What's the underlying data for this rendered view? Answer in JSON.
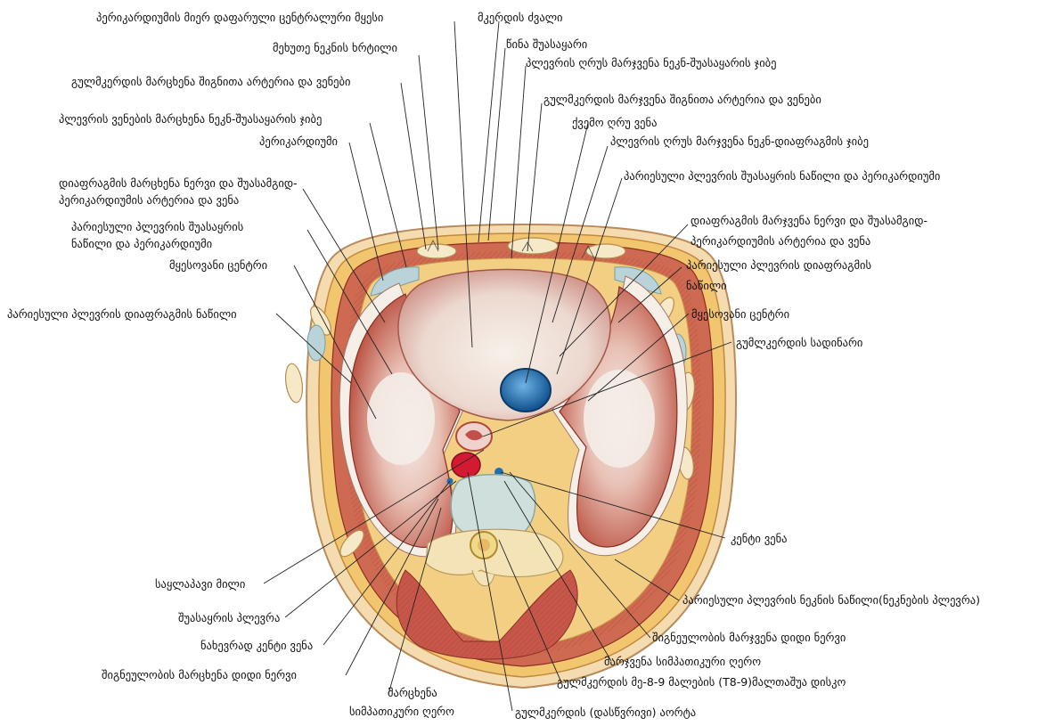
{
  "labels": {
    "pericardium_fused_central_tendon": "პერიკარდიუმის მიერ დაფარული ცენტრალური მყესი",
    "sternum_body": "მკერდის ძვალი",
    "xiphoid_process": "მეხუთე ნეკნის ხრტილი",
    "anterior_mediastinum": "წინა შუასაყარი",
    "left_internal_thoracic": "გულმკერდის მარცხენა შიგნითა  არტერია და ვენები",
    "right_costomediastinal_recess": "პლევრის ღრუს მარჯვენა ნეკნ-შუასაყარის ჯიბე",
    "right_internal_thoracic": "გულმკერდის მარჯვენა შიგნითა  არტერია და ვენები",
    "left_costomediastinal_recess": "პლევრის ვენების მარცხენა ნეკნ-შუასაყარის ჯიბე",
    "inferior_vena_cava": "ქვემო ღრუ ვენა",
    "pericardium": "პერიკარდიუმი",
    "right_costodiaphragmatic_recess": "პლევრის ღრუს მარჯვენა ნეკნ-დიაფრაგმის ჯიბე",
    "parietal_mediastinal_pericardium_r": "პარიესული პლევრის შუასაყრის ნაწილი და პერიკარდიუმი",
    "left_phrenic_line1": "დიაფრაგმის მარცხენა ნერვი და შუასამგიდ-",
    "left_phrenic_line2": "პერიკარდიუმის არტერია და ვენა",
    "parietal_mediastinal_l_line1": "პარიესული პლევრის შუასაყრის",
    "parietal_mediastinal_l_line2": "ნაწილი და პერიკარდიუმი",
    "right_phrenic_line1": "დიაფრაგმის მარჯვენა ნერვი და შუასამგიდ-",
    "right_phrenic_line2": "პერიკარდიუმის არტერია და ვენა",
    "central_tendon_left": "მყესოვანი ცენტრი",
    "parietal_diaphragmatic_r_line1": "პარიესული პლევრის დიაფრაგმის",
    "parietal_diaphragmatic_r_line2": "ნაწილი",
    "parietal_diaphragmatic_left": "პარიესული პლევრის დიაფრაგმის ნაწილი",
    "central_tendon_right": "მყესოვანი ცენტრი",
    "esophagus": "გუმლკერდის სადინარი",
    "azygos_vein": "კენტი ვენა",
    "thoracic_duct": "საყლაპავი მილი",
    "parietal_costal_pleura": "პარიესული პლევრის ნეკნის ნაწილი(ნეკნების პლევრა)",
    "mediastinal_pleura": "შუასაყრის პლევრა",
    "right_greater_splanchnic": "შიგნეულობის მარჯვენა დიდი ნერვი",
    "hemiazygos_vein": "ნახევრად კენტი ვენა",
    "right_sympathetic_trunk": "მარჯვენა სიმპათიკური ღერო",
    "left_greater_splanchnic": "შიგნეულობის მარცხენა დიდი ნერვი",
    "intervertebral_disc": "გულმკერდის მე-8-9 მალების (T8-9)მალთაშუა დისკო",
    "left_sympathetic_line1": "მარცხენა",
    "left_sympathetic_line2": "სიმპათიკური ღერო",
    "aorta": "გულმკერდის (დასწვრივი) აორტა"
  },
  "colors": {
    "fat": "#f2c66e",
    "skin": "#f4dcb0",
    "muscle": "#c0503e",
    "tendon": "#f2ebe6",
    "aorta": "#d21a33",
    "vena_cava": "#1f6fb2",
    "leader_line": "#222222"
  }
}
